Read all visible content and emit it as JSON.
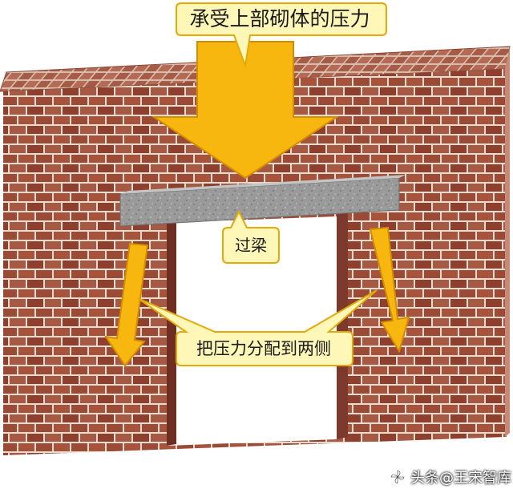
{
  "labels": {
    "top_callout": "承受上部砌体的压力",
    "lintel_callout": "过梁",
    "distribute_callout": "把压力分配到两侧"
  },
  "watermark": {
    "text": "头条@王宋智库"
  },
  "colors": {
    "brick": "#9b4a36",
    "mortar": "#e6ddd0",
    "wall_top": "#b56a55",
    "lintel": "#9a9a9a",
    "arrow_fill": "#f7b70f",
    "arrow_edge": "#d48c00",
    "callout_fill": "#fff7b8",
    "callout_edge": "#e3a80a"
  },
  "icons": {
    "big_arrow": "down-arrow-icon",
    "side_arrows": "diagonal-down-arrow-icon",
    "watermark_logo": "pinwheel-icon"
  }
}
